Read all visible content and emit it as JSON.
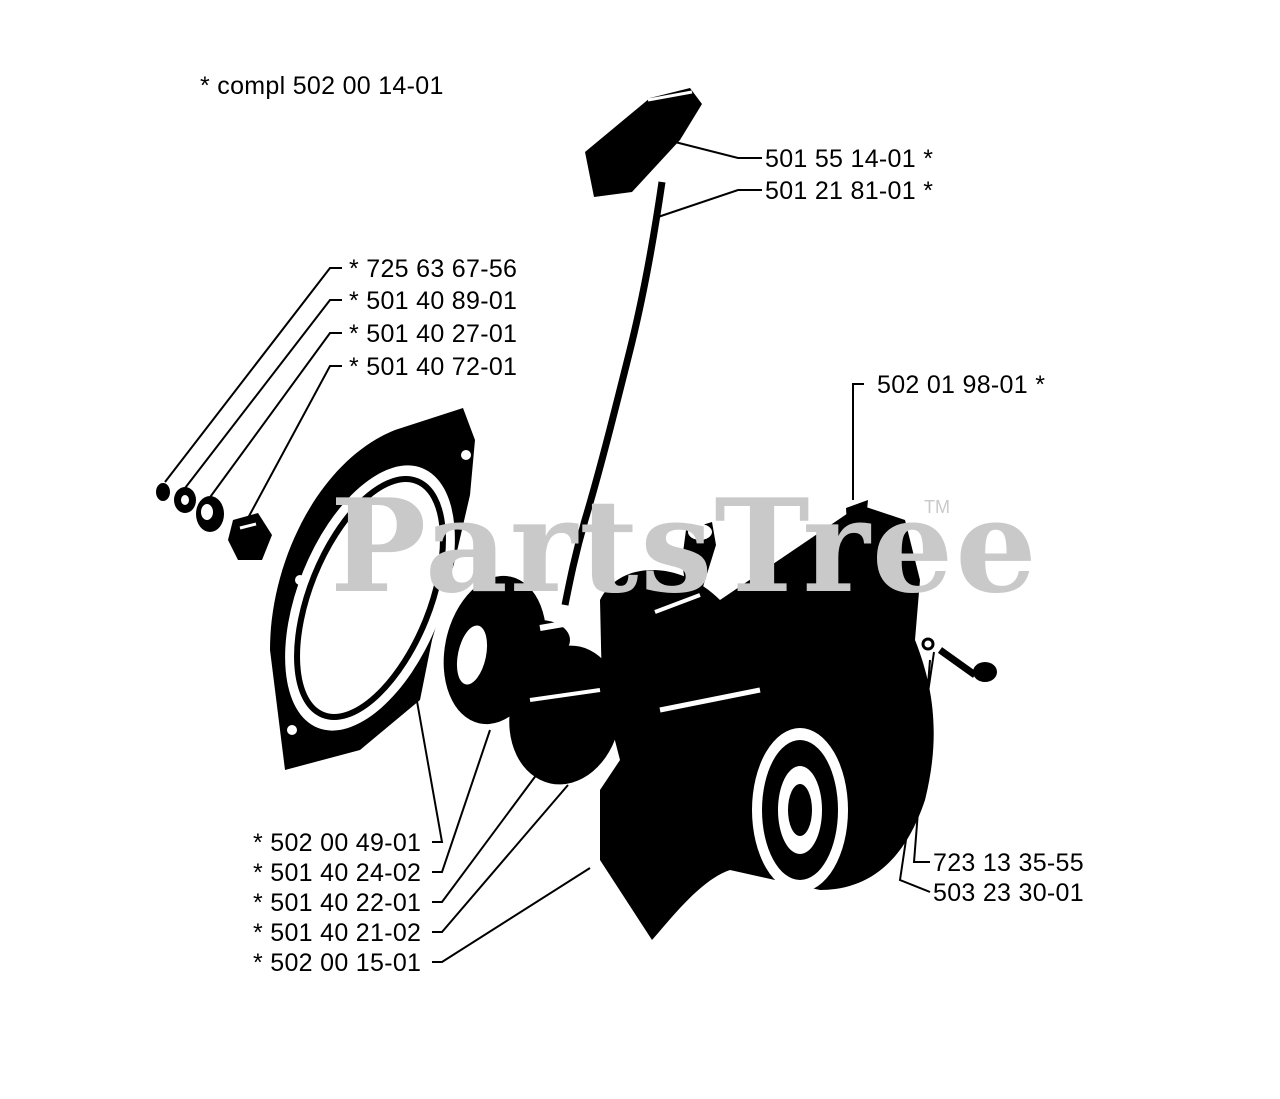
{
  "header_note": "*  compl 502 00 14-01",
  "watermark": {
    "text": "PartsTree",
    "mark": "TM"
  },
  "labels": {
    "p501551401": "501 55 14-01  *",
    "p501218101": "501 21 81-01  *",
    "p725636756": "*  725 63 67-56",
    "p501408901": "*  501 40 89-01",
    "p501402701": "*  501 40 27-01",
    "p501407201": "*  501 40 72-01",
    "p502019801": "502 01 98-01  *",
    "p502004901": "*  502 00 49-01",
    "p501402402": "*  501 40 24-02",
    "p501402201": "*  501 40 22-01",
    "p501402102": "*  501 40 21-02",
    "p502001501": "*  502 00 15-01",
    "p723133555": "723 13 35-55",
    "p503233001": "503 23 30-01"
  }
}
